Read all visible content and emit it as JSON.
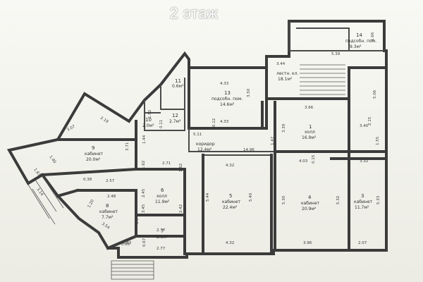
{
  "title": "2 этаж",
  "colors": {
    "wall": "#3b3b3b",
    "paper": "#f4f4ef",
    "title": "#ffffff"
  },
  "rooms": [
    {
      "num": "14",
      "name": "подсобн. пом.",
      "area": "9.3м²"
    },
    {
      "num": "",
      "name": "лестн. кл.",
      "area": "18.1м²"
    },
    {
      "num": "13",
      "name": "подсобн. пом.",
      "area": "14.6м²"
    },
    {
      "num": "11",
      "name": "",
      "area": "0.6м²"
    },
    {
      "num": "10",
      "name": "",
      "area": "2.0м²"
    },
    {
      "num": "12",
      "name": "",
      "area": "2.7м²"
    },
    {
      "num": "9",
      "name": "кабинет",
      "area": "20.0м²"
    },
    {
      "num": "",
      "name": "коридор",
      "area": "12.4м²"
    },
    {
      "num": "1",
      "name": "холл",
      "area": "16.9м²"
    },
    {
      "num": "6",
      "name": "холл",
      "area": "11.9м²"
    },
    {
      "num": "8",
      "name": "кабинет",
      "area": "7.7м²"
    },
    {
      "num": "5",
      "name": "кабинет",
      "area": "22.4м²"
    },
    {
      "num": "4",
      "name": "кабинет",
      "area": "20.9м²"
    },
    {
      "num": "3",
      "name": "кабинет",
      "area": "11.7м²"
    },
    {
      "num": "7",
      "name": "",
      "area": "2.5м²"
    }
  ],
  "dimensions": [
    "1.66",
    "5.39",
    "3.44",
    "5.06",
    "4.33",
    "3.50",
    "4.33",
    "3.66",
    "3.39",
    "3.40",
    "2.15",
    "1.55",
    "5.11",
    "0.12",
    "4.32",
    "14.96",
    "1.47",
    "4.03",
    "0.15",
    "3.32",
    "5.44",
    "5.40",
    "5.30",
    "5.32",
    "5.33",
    "3.96",
    "2.07",
    "4.32",
    "2.77",
    "2.77",
    "0.65",
    "0.67",
    "1.62",
    "1.62",
    "2.71",
    "2.42",
    "2.57",
    "2.48",
    "1.20",
    "3.45",
    "3.54",
    "3.07",
    "2.19",
    "3.71",
    "1.44",
    "3.14",
    "1.40",
    "0.83",
    "0.11",
    "1.52",
    "1.83",
    "1.34",
    "2.45",
    "0.38"
  ]
}
